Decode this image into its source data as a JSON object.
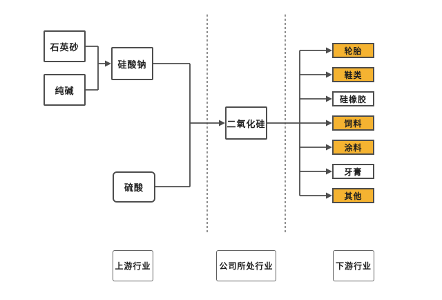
{
  "colors": {
    "highlight": "#F5B331",
    "box_border": "#4d4d4d",
    "line": "#4d4d4d",
    "dashed_line": "#8f8f8f",
    "text": "#1f1f1f",
    "background": "#ffffff"
  },
  "upstream": {
    "nodes": [
      {
        "label": "石英砂"
      },
      {
        "label": "纯碱"
      },
      {
        "label": "硅酸钠"
      },
      {
        "label": "硫酸"
      }
    ]
  },
  "company": {
    "node": {
      "label": "二氧化硅"
    }
  },
  "downstream": {
    "nodes": [
      {
        "label": "轮胎",
        "highlighted": true
      },
      {
        "label": "鞋类",
        "highlighted": true
      },
      {
        "label": "硅橡胶",
        "highlighted": false
      },
      {
        "label": "饲料",
        "highlighted": true
      },
      {
        "label": "涂料",
        "highlighted": true
      },
      {
        "label": "牙膏",
        "highlighted": false
      },
      {
        "label": "其他",
        "highlighted": true
      }
    ]
  },
  "section_labels": [
    {
      "label": "上游行业"
    },
    {
      "label": "公司所处行业"
    },
    {
      "label": "下游行业"
    }
  ]
}
